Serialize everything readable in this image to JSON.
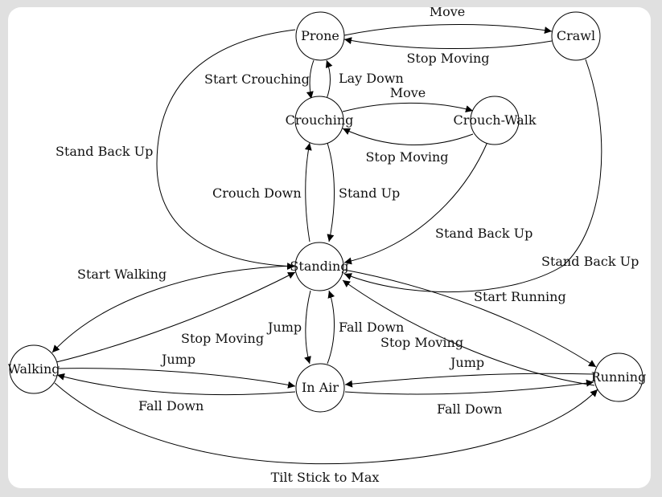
{
  "diagram": {
    "states": [
      {
        "id": "prone",
        "label": "Prone"
      },
      {
        "id": "crawl",
        "label": "Crawl"
      },
      {
        "id": "crouching",
        "label": "Crouching"
      },
      {
        "id": "crouch_walk",
        "label": "Crouch-Walk"
      },
      {
        "id": "standing",
        "label": "Standing"
      },
      {
        "id": "walking",
        "label": "Walking"
      },
      {
        "id": "in_air",
        "label": "In Air"
      },
      {
        "id": "running",
        "label": "Running"
      }
    ],
    "transitions": [
      {
        "from": "prone",
        "to": "crawl",
        "label": "Move"
      },
      {
        "from": "crawl",
        "to": "prone",
        "label": "Stop Moving"
      },
      {
        "from": "prone",
        "to": "crouching",
        "label": "Start Crouching"
      },
      {
        "from": "crouching",
        "to": "prone",
        "label": "Lay Down"
      },
      {
        "from": "crouching",
        "to": "crouch_walk",
        "label": "Move"
      },
      {
        "from": "crouch_walk",
        "to": "crouching",
        "label": "Stop Moving"
      },
      {
        "from": "prone",
        "to": "standing",
        "label": "Stand Back Up"
      },
      {
        "from": "standing",
        "to": "crouching",
        "label": "Crouch Down"
      },
      {
        "from": "crouching",
        "to": "standing",
        "label": "Stand Up"
      },
      {
        "from": "crouch_walk",
        "to": "standing",
        "label": "Stand Back Up"
      },
      {
        "from": "crawl",
        "to": "standing",
        "label": "Stand Back Up"
      },
      {
        "from": "standing",
        "to": "walking",
        "label": "Start Walking"
      },
      {
        "from": "walking",
        "to": "standing",
        "label": "Stop Moving"
      },
      {
        "from": "standing",
        "to": "in_air",
        "label": "Jump"
      },
      {
        "from": "in_air",
        "to": "standing",
        "label": "Fall Down"
      },
      {
        "from": "standing",
        "to": "running",
        "label": "Start Running"
      },
      {
        "from": "running",
        "to": "standing",
        "label": "Stop Moving"
      },
      {
        "from": "walking",
        "to": "in_air",
        "label": "Jump"
      },
      {
        "from": "in_air",
        "to": "walking",
        "label": "Fall Down"
      },
      {
        "from": "running",
        "to": "in_air",
        "label": "Jump"
      },
      {
        "from": "in_air",
        "to": "running",
        "label": "Fall Down"
      },
      {
        "from": "walking",
        "to": "running",
        "label": "Tilt Stick to Max"
      }
    ]
  }
}
